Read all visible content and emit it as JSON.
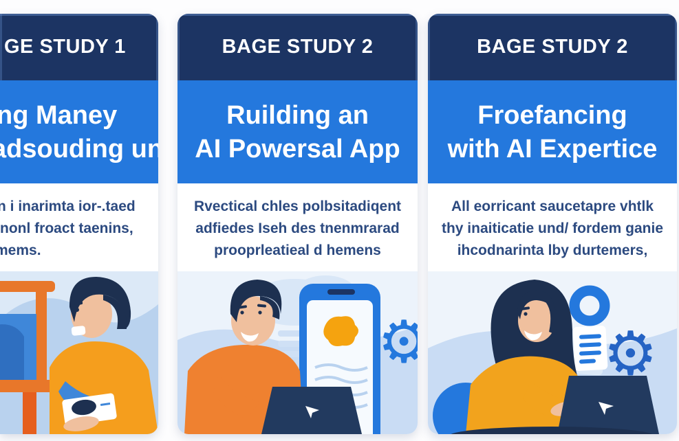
{
  "page": {
    "description": "Three AI-generated case-study cards with garbled text",
    "background": "#fdfdfe"
  },
  "colors": {
    "header_navy": "#1c3463",
    "title_blue": "#2478dd",
    "body_text_navy": "#2c4a80",
    "accent_orange": "#f29b27",
    "illustration_sky": "#dce9f7"
  },
  "cards": [
    {
      "header": "GE STUDY 1",
      "title_lines": [
        "ng Maney",
        "adsouding unt”"
      ],
      "body_lines": [
        "n i inarimta ior-.taed",
        "nonl froact taenins,",
        "mems."
      ],
      "illustration": "man in orange sweater holding paper beside orange easel with blue screen"
    },
    {
      "header": "BAGE STUDY 2",
      "title_lines": [
        "Ruilding an",
        "AI Powersal App"
      ],
      "body_lines": [
        "Rvectical chles polbsitadiqent",
        "adfiedes Iseh des tnenmrarad",
        "prooprleatieal d hemens"
      ],
      "illustration": "man in orange sweater at laptop beside large blue smartphone with orange blob and gear"
    },
    {
      "header": "BAGE STUDY 2",
      "title_lines": [
        "Froefancing",
        "with AI Expertice"
      ],
      "body_lines": [
        "All eorricant saucetapre vhtlk",
        "thy inaiticatie und/ fordem ganie",
        "ihcodnarinta lby durtemers,"
      ],
      "illustration": "long-haired woman in orange top at laptop with ring icon, document and gear"
    }
  ]
}
